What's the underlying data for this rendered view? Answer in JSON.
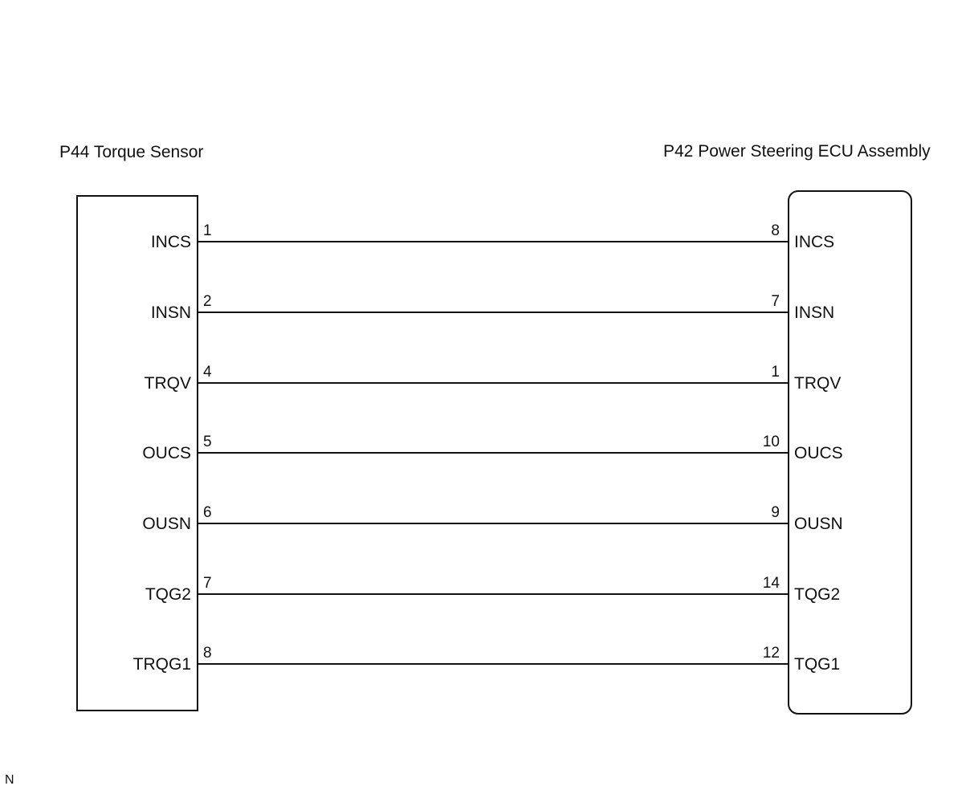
{
  "left_connector": {
    "title": "P44 Torque Sensor",
    "terminals": [
      {
        "signal": "INCS",
        "pin": "1"
      },
      {
        "signal": "INSN",
        "pin": "2"
      },
      {
        "signal": "TRQV",
        "pin": "4"
      },
      {
        "signal": "OUCS",
        "pin": "5"
      },
      {
        "signal": "OUSN",
        "pin": "6"
      },
      {
        "signal": "TQG2",
        "pin": "7"
      },
      {
        "signal": "TRQG1",
        "pin": "8"
      }
    ]
  },
  "right_connector": {
    "title": "P42 Power Steering ECU Assembly",
    "terminals": [
      {
        "signal": "INCS",
        "pin": "8"
      },
      {
        "signal": "INSN",
        "pin": "7"
      },
      {
        "signal": "TRQV",
        "pin": "1"
      },
      {
        "signal": "OUCS",
        "pin": "10"
      },
      {
        "signal": "OUSN",
        "pin": "9"
      },
      {
        "signal": "TQG2",
        "pin": "14"
      },
      {
        "signal": "TQG1",
        "pin": "12"
      }
    ]
  },
  "corner_note": "N",
  "colors": {
    "line": "#111111",
    "background": "#ffffff"
  }
}
